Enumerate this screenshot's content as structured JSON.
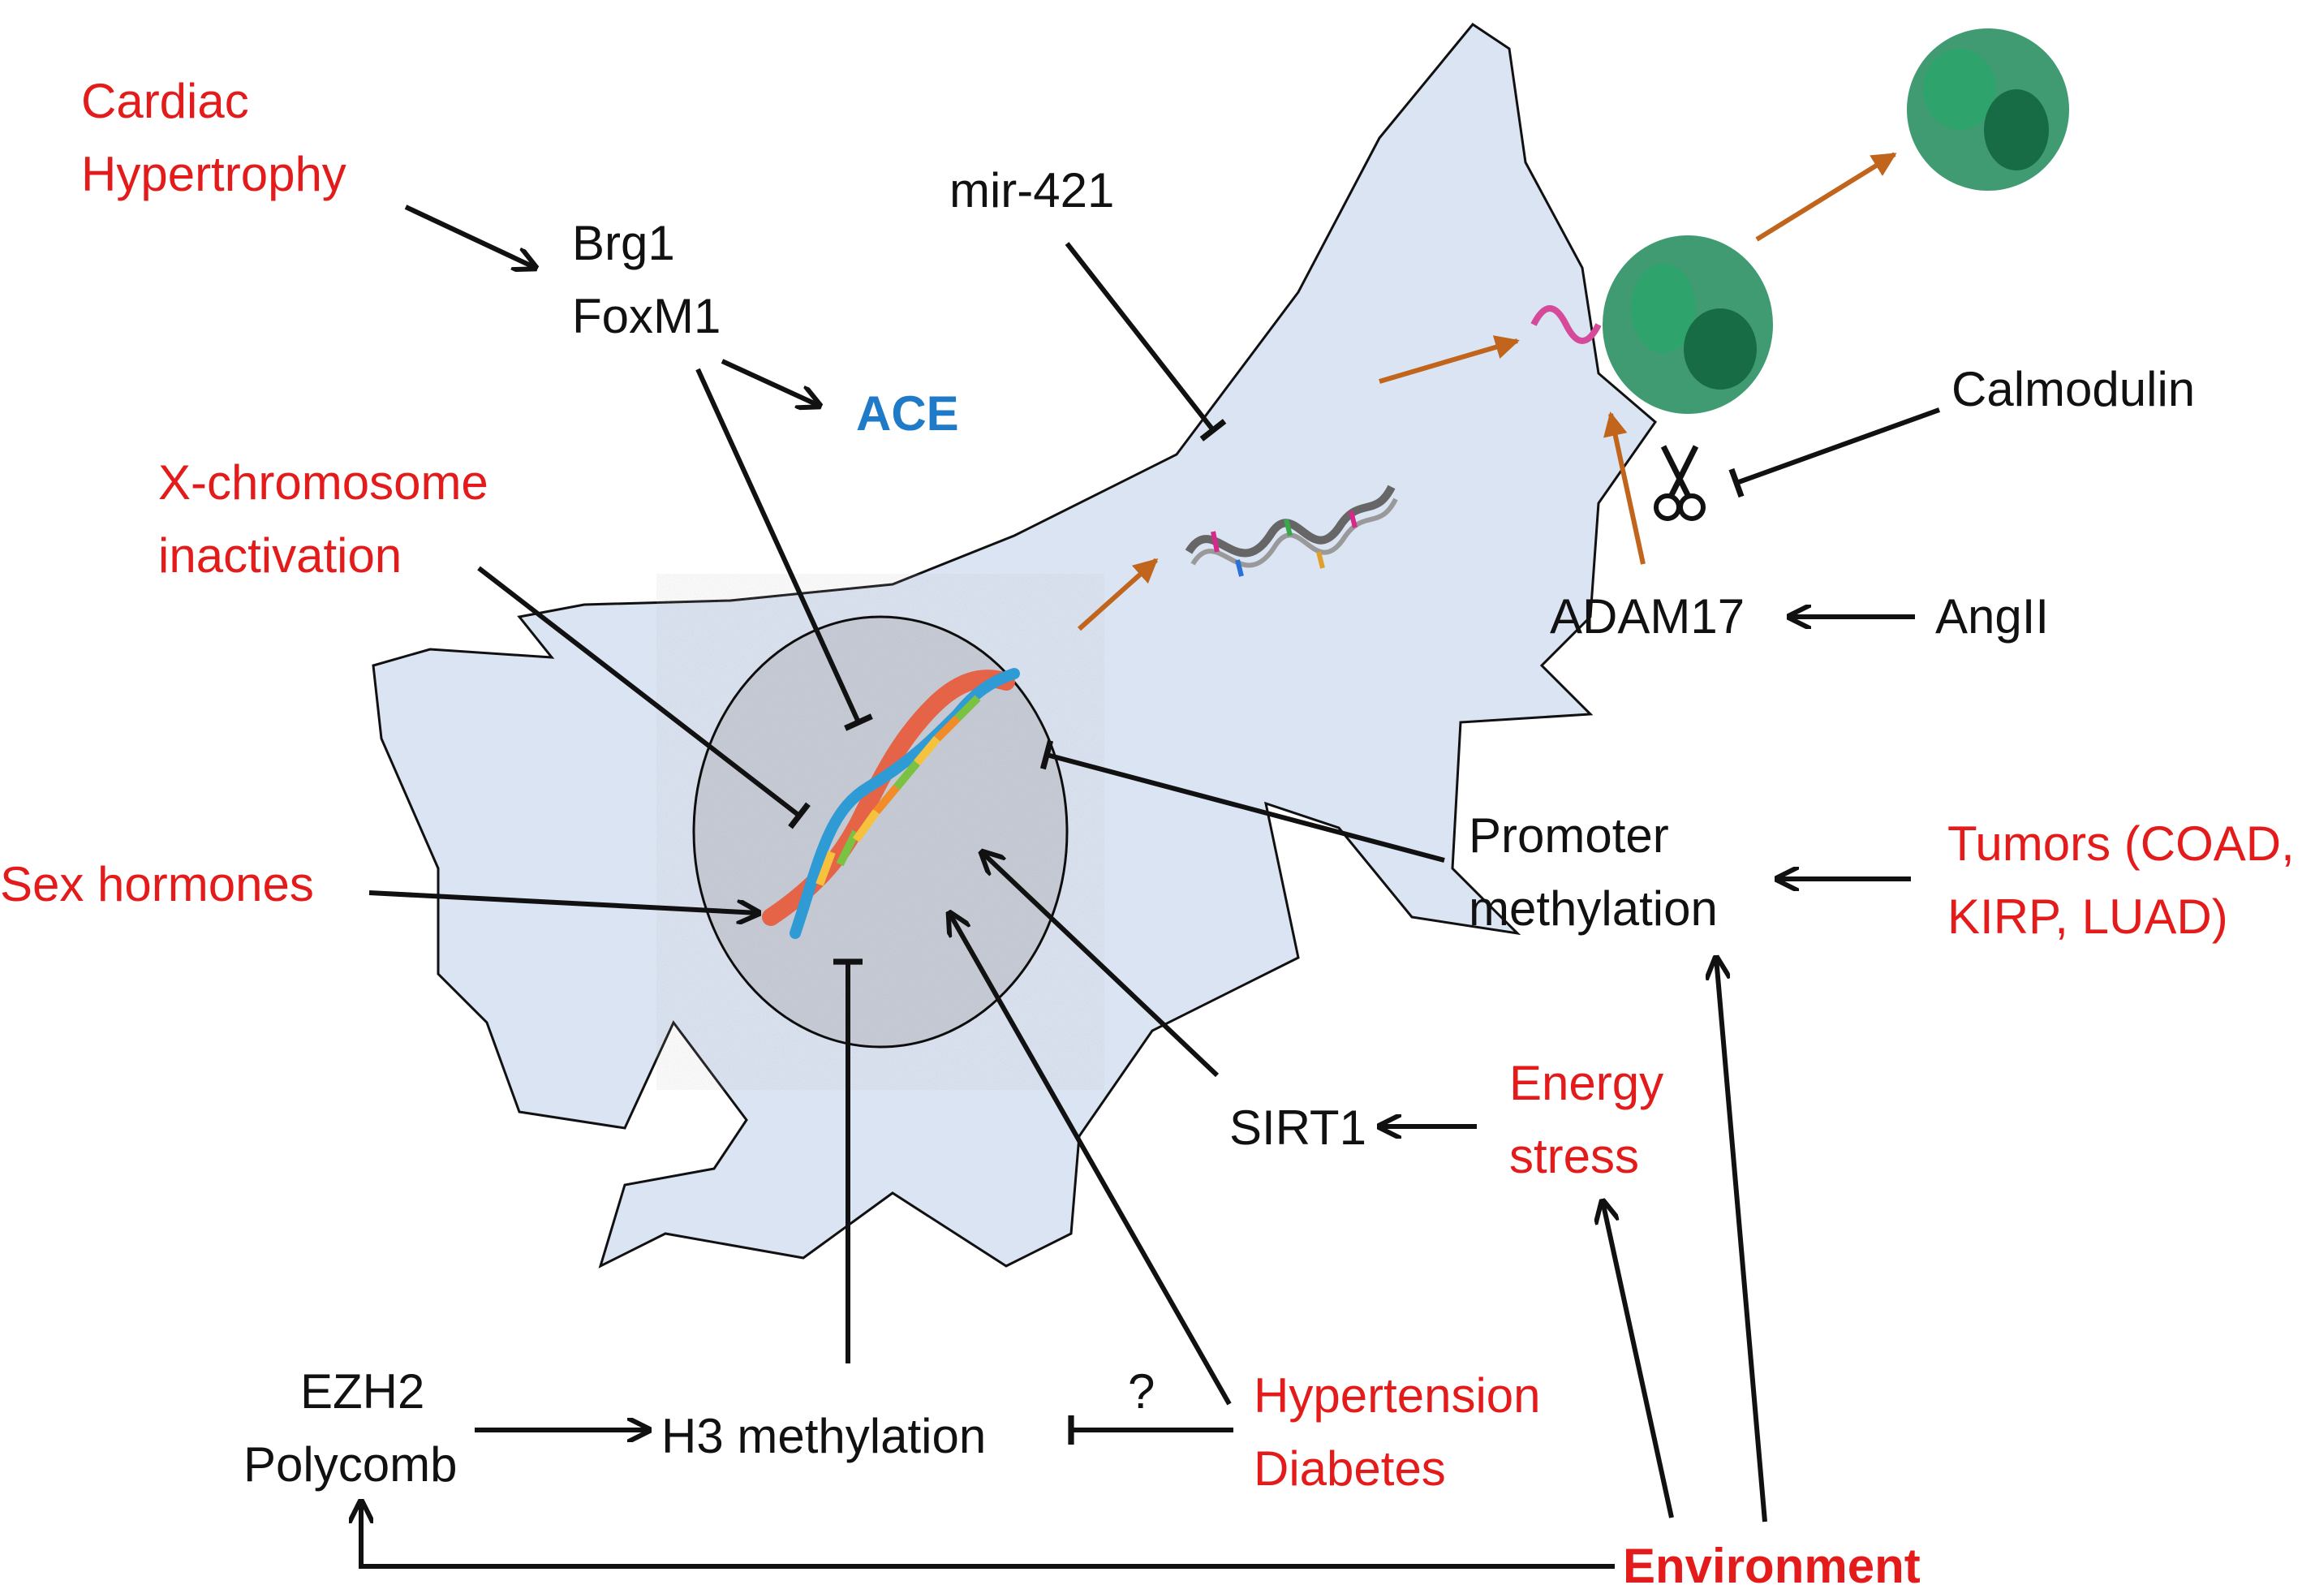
{
  "colors": {
    "risk_factor": "#e31b1b",
    "regulator": "#111111",
    "gene": "#1f7bc8",
    "cell_fill": "#dbe4f3",
    "nucleus_fill": "#c9ced8",
    "flow_arrow": "#c0651b",
    "protein": "#1f8a5a"
  },
  "labels": {
    "cardiac_hypertrophy": [
      "Cardiac",
      "Hypertrophy"
    ],
    "brg1_foxm1": [
      "Brg1",
      "FoxM1"
    ],
    "ace": "ACE",
    "mir421": "mir-421",
    "x_chromosome": [
      "X-chromosome",
      "inactivation"
    ],
    "sex_hormones": "Sex hormones",
    "calmodulin": "Calmodulin",
    "adam17": "ADAM17",
    "angii": "AngII",
    "promoter_methylation": [
      "Promoter",
      "methylation"
    ],
    "tumors": [
      "Tumors (COAD,",
      "KIRP, LUAD)"
    ],
    "energy_stress": [
      "Energy",
      "stress"
    ],
    "sirt1": "SIRT1",
    "ezh2_polycomb": [
      "EZH2",
      "Polycomb"
    ],
    "h3_methylation": "H3 methylation",
    "question": "?",
    "hypertension_diabetes": [
      "Hypertension",
      "Diabetes"
    ],
    "environment": "Environment"
  },
  "icons": [
    "dna-double-helix-icon",
    "mrna-strand-icon",
    "protein-structure-icon",
    "scissors-icon"
  ]
}
